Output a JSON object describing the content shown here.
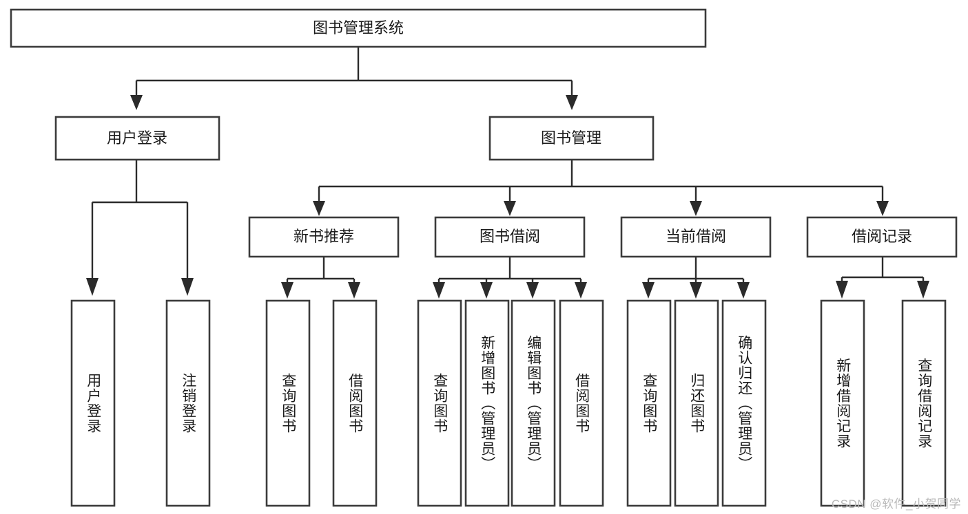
{
  "diagram": {
    "type": "tree-hierarchy",
    "title": "图书管理系统",
    "style": {
      "box_fill": "#ffffff",
      "box_stroke": "#3b3b3b",
      "connector_stroke": "#2b2b2b",
      "text_color": "#1a1a1a",
      "background": "#ffffff"
    },
    "root": {
      "label": "图书管理系统"
    },
    "level2": [
      {
        "label": "用户登录"
      },
      {
        "label": "图书管理"
      }
    ],
    "level3": [
      {
        "label": "新书推荐"
      },
      {
        "label": "图书借阅"
      },
      {
        "label": "当前借阅"
      },
      {
        "label": "借阅记录"
      }
    ],
    "leaves": {
      "user_login": [
        {
          "label": "用户登录"
        },
        {
          "label": "注销登录"
        }
      ],
      "new_book_recommend": [
        {
          "label": "查询图书"
        },
        {
          "label": "借阅图书"
        }
      ],
      "book_borrow": [
        {
          "label": "查询图书"
        },
        {
          "label": "新增图书（管理员）"
        },
        {
          "label": "编辑图书（管理员）"
        },
        {
          "label": "借阅图书"
        }
      ],
      "current_borrow": [
        {
          "label": "查询图书"
        },
        {
          "label": "归还图书"
        },
        {
          "label": "确认归还（管理员）"
        }
      ],
      "borrow_record": [
        {
          "label": "新增借阅记录"
        },
        {
          "label": "查询借阅记录"
        }
      ]
    }
  },
  "watermark": {
    "text": "CSDN @软件_小贺同学"
  }
}
